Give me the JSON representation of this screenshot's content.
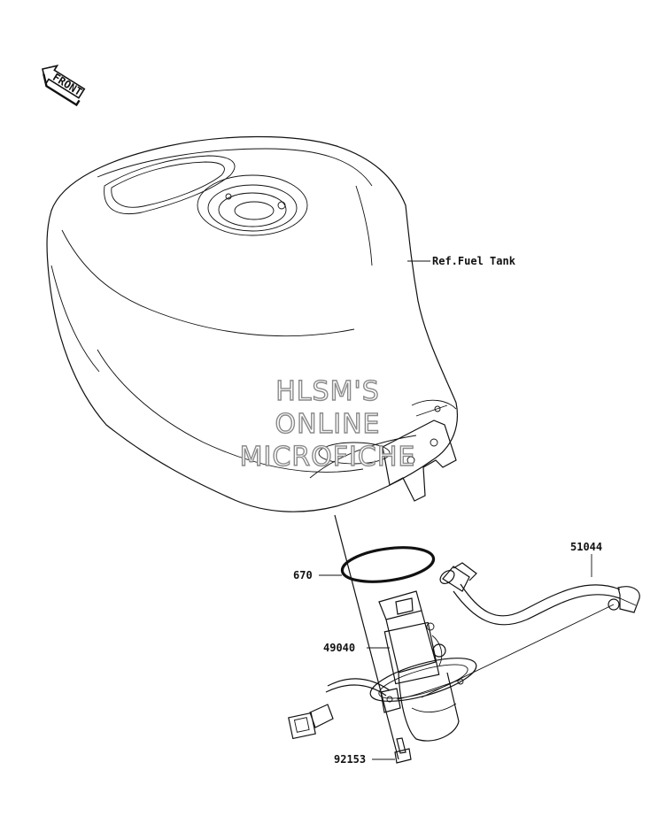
{
  "front_arrow": {
    "label": "FRONT"
  },
  "labels": {
    "ref_fuel_tank": "Ref.Fuel Tank",
    "part_51044": "51044",
    "part_670": "670",
    "part_49040": "49040",
    "part_92153": "92153"
  },
  "watermark": {
    "line1": "HLSM'S",
    "line2": "ONLINE",
    "line3": "MICROFICHE"
  }
}
